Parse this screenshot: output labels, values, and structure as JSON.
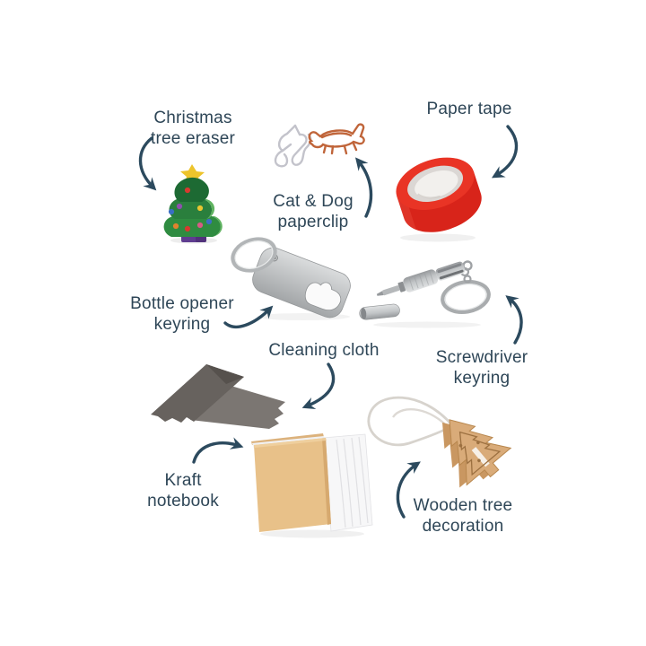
{
  "title": "Gift set contents diagram",
  "colors": {
    "background": "#ffffff",
    "label_text": "#2e4657",
    "arrow": "#2c4a5e",
    "tape_red": "#e93425",
    "kraft": "#e8c189",
    "wood": "#d9ab79",
    "cloth_gray": "#67625e",
    "tree_green": "#2b8440",
    "silver": "#b2b5b7",
    "copper": "#c0653a"
  },
  "items": [
    {
      "name": "christmas-tree-eraser",
      "label_lines": [
        "Christmas",
        "tree eraser"
      ]
    },
    {
      "name": "cat-dog-paperclip",
      "label_lines": [
        "Cat & Dog",
        "paperclip"
      ]
    },
    {
      "name": "paper-tape",
      "label_lines": [
        "Paper tape"
      ]
    },
    {
      "name": "bottle-opener-keyring",
      "label_lines": [
        "Bottle opener",
        "keyring"
      ]
    },
    {
      "name": "cleaning-cloth",
      "label_lines": [
        "Cleaning cloth"
      ]
    },
    {
      "name": "screwdriver-keyring",
      "label_lines": [
        "Screwdriver",
        "keyring"
      ]
    },
    {
      "name": "kraft-notebook",
      "label_lines": [
        "Kraft",
        "notebook"
      ]
    },
    {
      "name": "wooden-tree-decoration",
      "label_lines": [
        "Wooden tree",
        "decoration"
      ]
    }
  ]
}
